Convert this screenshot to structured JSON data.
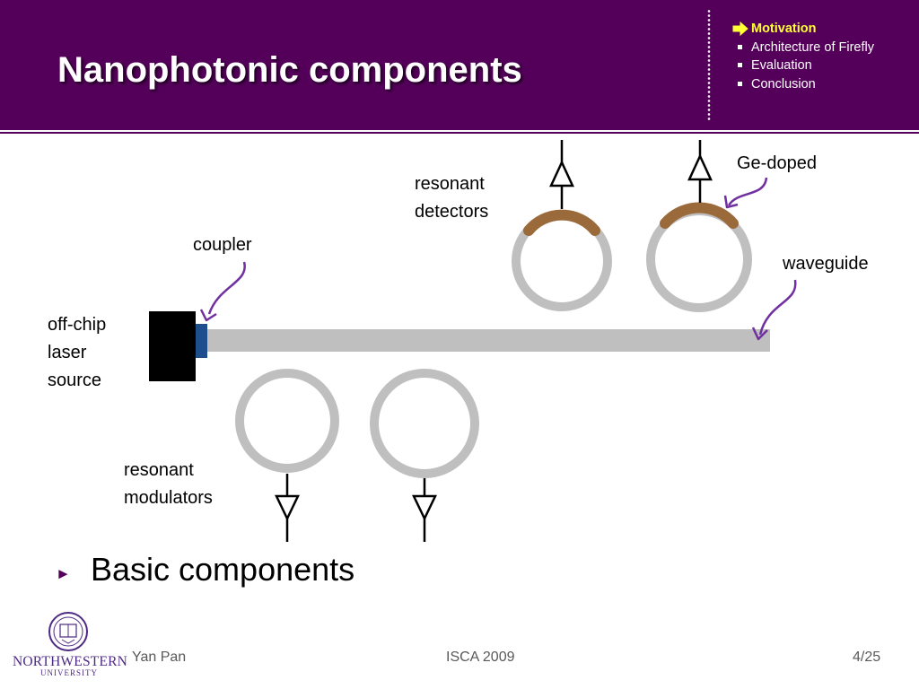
{
  "slide": {
    "title": "Nanophotonic components"
  },
  "nav": {
    "items": [
      {
        "label": "Motivation",
        "active": true
      },
      {
        "label": "Architecture of Firefly",
        "active": false
      },
      {
        "label": "Evaluation",
        "active": false
      },
      {
        "label": "Conclusion",
        "active": false
      }
    ]
  },
  "diagram": {
    "labels": {
      "laser_line1": "off-chip",
      "laser_line2": "laser",
      "laser_line3": "source",
      "coupler": "coupler",
      "detectors_line1": "resonant",
      "detectors_line2": "detectors",
      "ge_doped": "Ge-doped",
      "waveguide": "waveguide",
      "modulators_line1": "resonant",
      "modulators_line2": "modulators"
    },
    "colors": {
      "waveguide": "#bfbfbf",
      "laser": "#000000",
      "coupler": "#1f4e8c",
      "ge_doped": "#9a6a3a",
      "pointer": "#7030a0"
    }
  },
  "bullets": [
    "Basic components"
  ],
  "footer": {
    "author": "Yan Pan",
    "venue": "ISCA 2009",
    "page": "4/25",
    "logo_name": "NORTHWESTERN",
    "logo_sub": "UNIVERSITY"
  }
}
